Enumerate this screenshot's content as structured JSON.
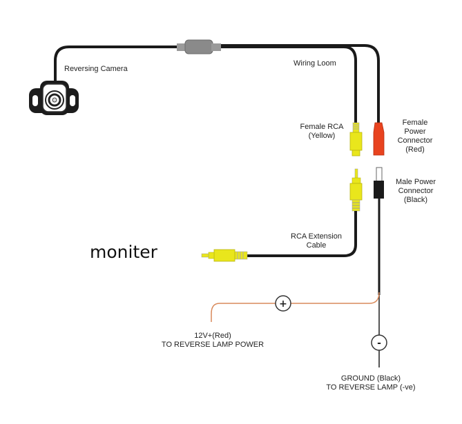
{
  "diagram": {
    "title_label": "moniter",
    "labels": {
      "reversing_camera": "Reversing Camera",
      "wiring_loom": "Wiring Loom",
      "female_rca": [
        "Female RCA",
        "(Yellow)"
      ],
      "female_power": [
        "Female",
        "Power",
        "Connector",
        "(Red)"
      ],
      "male_power": [
        "Male Power",
        "Connector",
        "(Black)"
      ],
      "rca_extension": [
        "RCA Extension",
        "Cable"
      ],
      "power_12v": [
        "12V+(Red)",
        "TO REVERSE LAMP POWER"
      ],
      "ground": [
        "GROUND (Black)",
        "TO REVERSE LAMP (-ve)"
      ]
    },
    "terminals": {
      "positive": "+",
      "negative": "-"
    },
    "colors": {
      "cable": "#1a1a1a",
      "rca_yellow": "#e9e61c",
      "power_red": "#e8431f",
      "red_wire": "#d9895a",
      "loom_grey": "#8a8a8a"
    }
  }
}
